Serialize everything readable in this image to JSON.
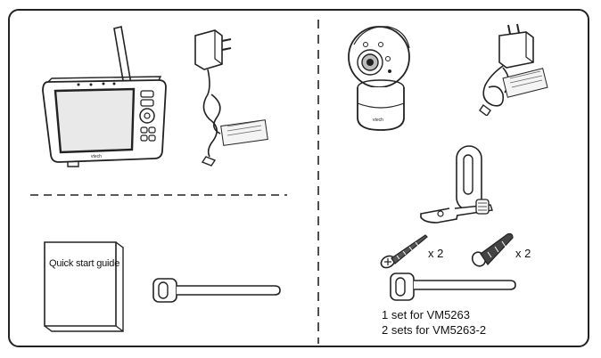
{
  "guide": {
    "title": "Quick start guide"
  },
  "screws": {
    "qty": "x 2"
  },
  "anchors": {
    "qty": "x 2"
  },
  "notes": {
    "line1": "1 set for VM5263",
    "line2": "2 sets for VM5263-2"
  },
  "brand": {
    "monitor": "vtech",
    "camera": "vtech"
  }
}
